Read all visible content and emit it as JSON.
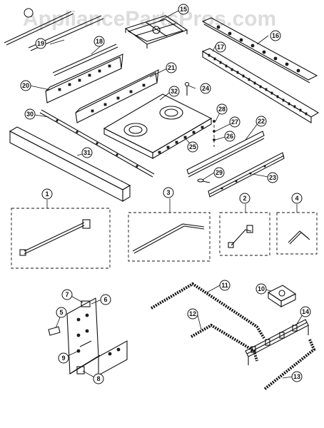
{
  "watermark": "AppliancePartsPros.com",
  "callouts": {
    "c1": "1",
    "c2": "2",
    "c3": "3",
    "c4": "4",
    "c5": "5",
    "c6": "6",
    "c7": "7",
    "c8": "8",
    "c9": "9",
    "c10": "10",
    "c11": "11",
    "c12": "12",
    "c13": "13",
    "c14": "14",
    "c15": "15",
    "c16": "16",
    "c17": "17",
    "c18": "18",
    "c19": "19",
    "c20": "20",
    "c21": "21",
    "c22": "22",
    "c23": "23",
    "c24": "24",
    "c25": "25",
    "c26": "26",
    "c27": "27",
    "c28": "28",
    "c29": "29",
    "c30": "30",
    "c31": "31",
    "c32": "32"
  }
}
